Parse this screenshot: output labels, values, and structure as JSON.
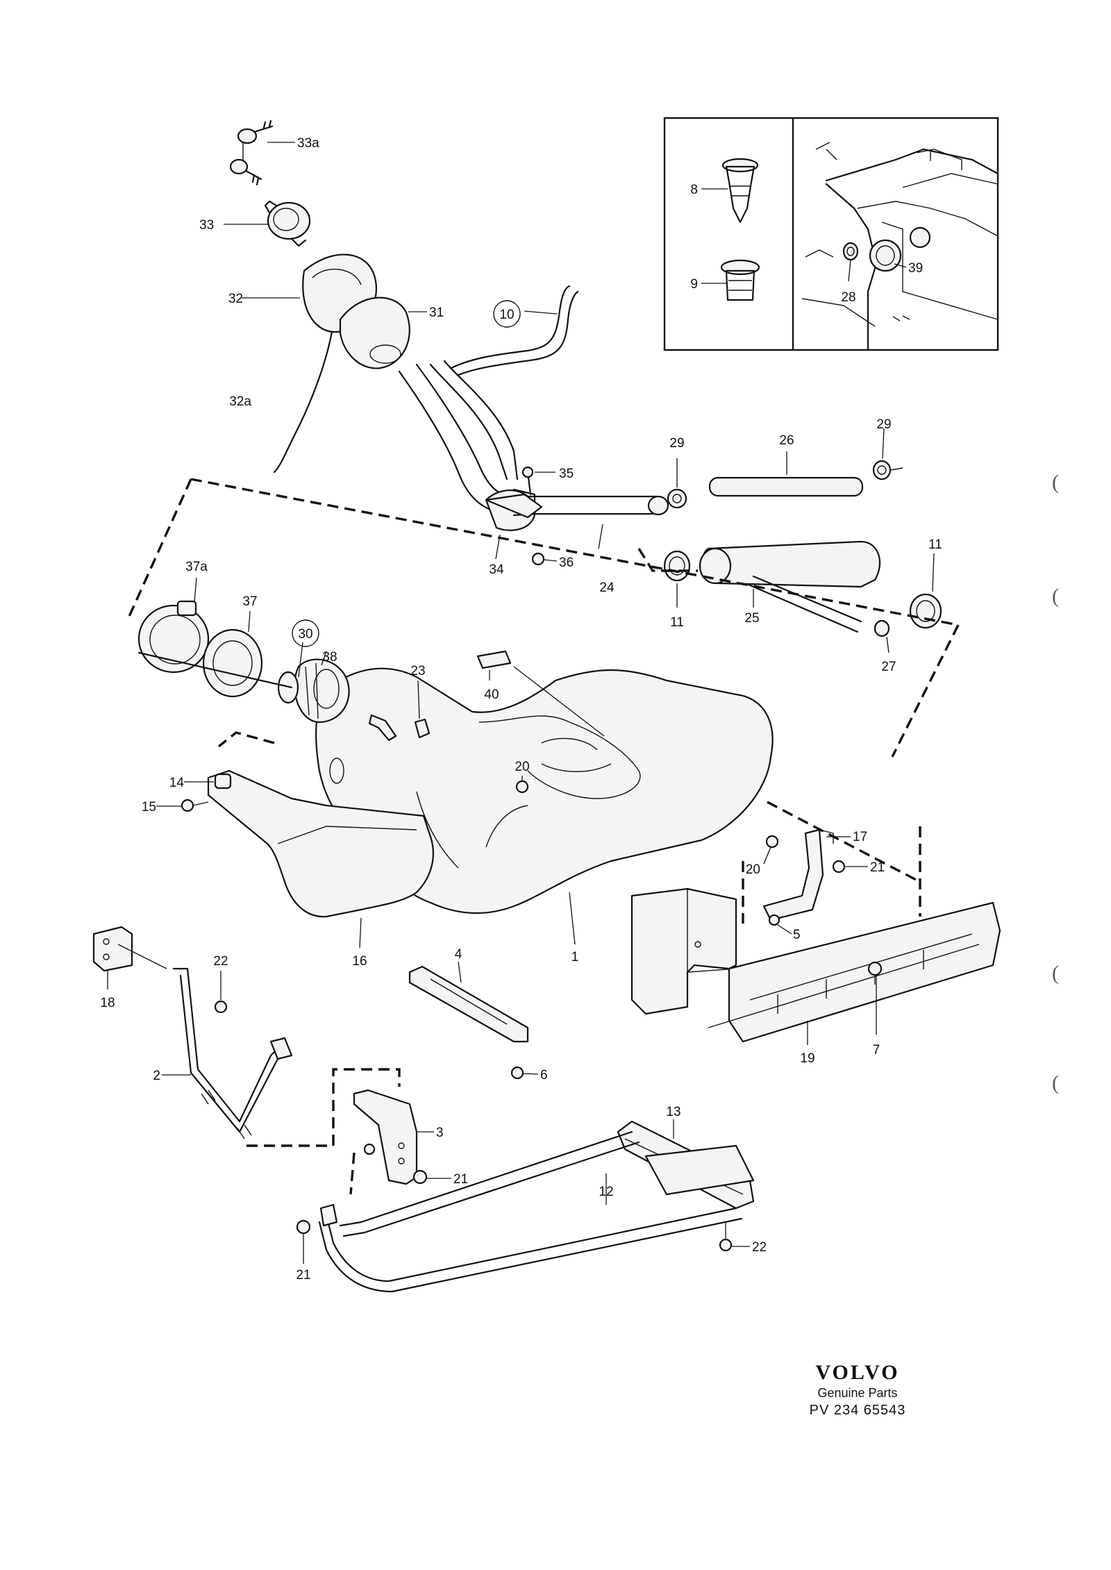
{
  "diagram": {
    "callouts": [
      "33a",
      "33",
      "32",
      "31",
      "10",
      "32a",
      "35",
      "29",
      "26",
      "29",
      "34",
      "36",
      "24",
      "11",
      "25",
      "11",
      "27",
      "37a",
      "37",
      "30",
      "38",
      "23",
      "40",
      "14",
      "15",
      "20",
      "17",
      "20",
      "21",
      "5",
      "16",
      "1",
      "22",
      "18",
      "4",
      "7",
      "19",
      "6",
      "2",
      "3",
      "13",
      "21",
      "12",
      "22",
      "21",
      "8",
      "9",
      "28",
      "39"
    ]
  },
  "brand": {
    "logo": "VOLVO",
    "tagline": "Genuine Parts",
    "code": "PV  234 65543"
  },
  "edge_marks": [
    "(",
    "(",
    "(",
    "("
  ]
}
